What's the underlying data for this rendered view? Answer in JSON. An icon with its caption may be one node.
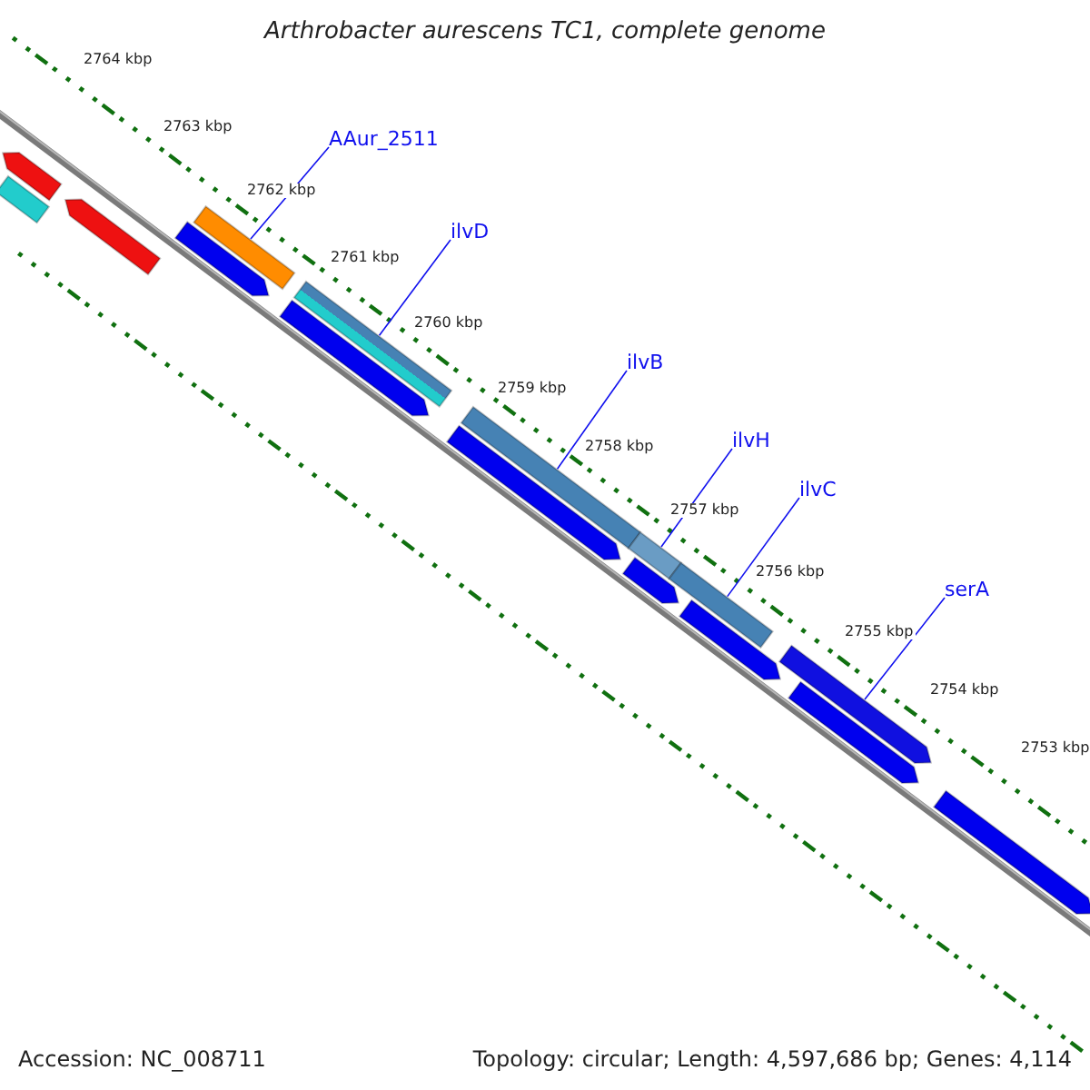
{
  "diagram": {
    "title": "Arthrobacter aurescens TC1, complete genome",
    "nodes": [
      {
        "text": [
          "AAur_2511"
        ]
      },
      {
        "text": [],
        "shape": "bar"
      },
      {
        "text": [
          "ilvD"
        ]
      },
      {
        "text": [],
        "shape": "bar"
      },
      {
        "text": [
          "ilvB"
        ]
      },
      {
        "text": [],
        "shape": "bar"
      },
      {
        "text": [
          "ilvH"
        ]
      },
      {
        "text": [],
        "shape": "bar"
      },
      {
        "text": [
          "ilvC"
        ]
      },
      {
        "text": [],
        "shape": "bar"
      },
      {
        "text": [
          "serA"
        ]
      },
      {
        "text": [],
        "shape": "bar"
      },
      {
        "text": [],
        "shape": "bar"
      },
      {
        "text": [],
        "shape": "bar"
      },
      {
        "text": [],
        "shape": "bar"
      },
      {
        "text": [],
        "shape": "bar"
      },
      {
        "text": [],
        "shape": "bar"
      },
      {
        "text": [],
        "shape": "bar"
      },
      {
        "text": [],
        "shape": "bar"
      },
      {
        "text": [],
        "shape": "bar"
      },
      {
        "text": [],
        "shape": "bar"
      },
      {
        "text": [],
        "shape": "bar"
      }
    ],
    "edges": [
      {
        "from": 0,
        "to": 1,
        "arrow": "none"
      },
      {
        "from": 2,
        "to": 3,
        "arrow": "none"
      },
      {
        "from": 4,
        "to": 5,
        "arrow": "none"
      },
      {
        "from": 6,
        "to": 7,
        "arrow": "none"
      },
      {
        "from": 8,
        "to": 9,
        "arrow": "none"
      },
      {
        "from": 10,
        "to": 11,
        "arrow": "none"
      }
    ],
    "labels": [
      "2764 kbp",
      "2763 kbp",
      "2762 kbp",
      "2761 kbp",
      "2760 kbp",
      "2759 kbp",
      "2758 kbp",
      "2757 kbp",
      "2756 kbp",
      "2755 kbp",
      "2754 kbp",
      "2753 kbp",
      "Accession: NC_008711",
      "Topology: circular; Length: 4,597,686 bp; Genes: 4,114"
    ]
  }
}
